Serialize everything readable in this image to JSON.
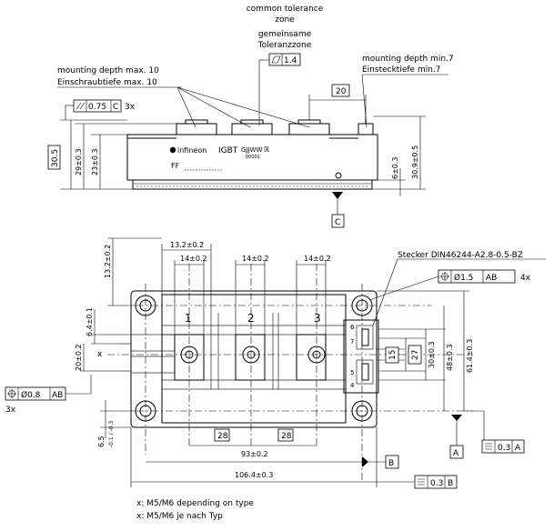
{
  "notes": {
    "common_tolerance_en": "common tolerance",
    "common_tolerance_en2": "zone",
    "common_tolerance_de": "gemeinsame",
    "common_tolerance_de2": "Toleranzzone",
    "flatness_value": "1.4",
    "mounting_depth_max_en": "mounting depth max. 10",
    "mounting_depth_max_de": "Einschraubtiefe max. 10",
    "mounting_depth_min_en": "mounting depth min.7",
    "mounting_depth_min_de": "Einstecktiefe min.7",
    "stecker": "Stecker DIN46244-A2.8-0.5-BZ",
    "footnote_en": "x: M5/M6 depending on type",
    "footnote_de": "x: M5/M6 je nach Typ"
  },
  "side_view": {
    "brand": "infineon",
    "type": "IGBT",
    "marking": "GJJWW",
    "marking2": "00001",
    "ff": "FF",
    "parallel_value": "0.75",
    "parallel_ref": "C",
    "parallel_count": "3x",
    "datum": "C",
    "dim_20": "20",
    "dim_30_5": "30.5",
    "dim_29": "29±0.3",
    "dim_23": "23±0.3",
    "dim_6": "6±0.3",
    "dim_30_9": "30.9±0.5"
  },
  "top_view": {
    "dim_13_2a": "13.2±0.2",
    "dim_13_2b": "13.2±0.2",
    "dim_14a": "14±0.2",
    "dim_14b": "14±0.2",
    "dim_14c": "14±0.2",
    "dim_6_4": "6.4±0.1",
    "dim_20": "20±0.2",
    "x_label": "x",
    "terminal_1": "1",
    "terminal_2": "2",
    "terminal_3": "3",
    "aux_6": "6",
    "aux_7": "7",
    "aux_5": "5",
    "aux_4": "4",
    "dim_15": "15",
    "dim_27": "27",
    "dim_30": "30±0.3",
    "dim_48": "48±0.3",
    "dim_61_4": "61.4±0.3",
    "dim_28a": "28",
    "dim_28b": "28",
    "dim_93": "93±0.2",
    "dim_106_4": "106.4±0.3",
    "dim_6_5": "6.5",
    "dim_6_5_tol": "-0.1 / -0.3",
    "pos_small_value": "Ø0.8",
    "pos_small_ref": "AB",
    "pos_small_count": "3x",
    "pos_big_value": "Ø1.5",
    "pos_big_ref": "AB",
    "pos_big_count": "4x",
    "datum_a": "A",
    "datum_b": "B",
    "sym_a_value": "0.3",
    "sym_a_ref": "A",
    "sym_b_value": "0.3",
    "sym_b_ref": "B"
  }
}
